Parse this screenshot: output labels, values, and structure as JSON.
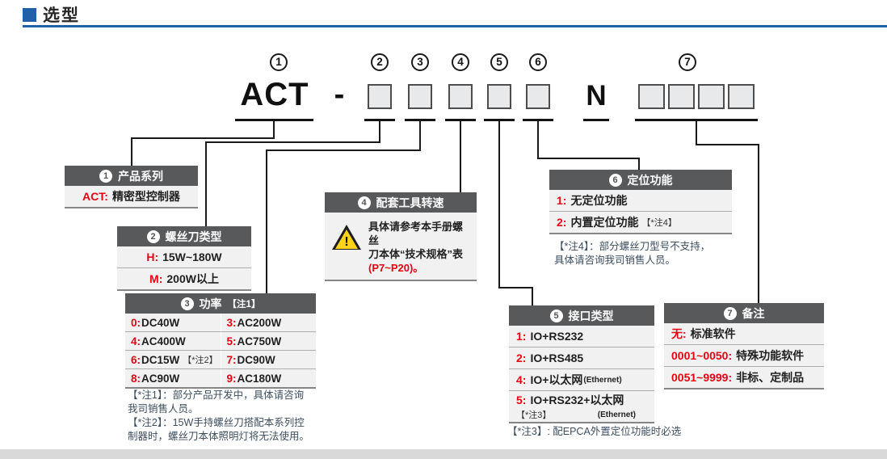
{
  "page": {
    "title": "选型"
  },
  "colors": {
    "accent": "#2160a8",
    "red": "#e60012",
    "header_gray": "#58595b",
    "row_gray": "#f1f1f1"
  },
  "model": {
    "prefix": "ACT",
    "dash": "-",
    "letter_n": "N",
    "marks": [
      "1",
      "2",
      "3",
      "4",
      "5",
      "6",
      "7"
    ]
  },
  "tables": {
    "t1": {
      "num": "1",
      "title": "产品系列",
      "rows": [
        {
          "k": "ACT:",
          "v": "精密型控制器"
        }
      ]
    },
    "t2": {
      "num": "2",
      "title": "螺丝刀类型",
      "rows": [
        {
          "k": "H:",
          "v": "15W~180W"
        },
        {
          "k": "M:",
          "v": "200W以上"
        }
      ]
    },
    "t3": {
      "num": "3",
      "title": "功率",
      "title_note": "【注1】",
      "rows": [
        {
          "lk": "0:",
          "lv": "DC40W",
          "rk": "3:",
          "rv": "AC200W"
        },
        {
          "lk": "4:",
          "lv": "AC400W",
          "rk": "5:",
          "rv": "AC750W"
        },
        {
          "lk": "6:",
          "lv": "DC15W",
          "lnote": "【*注2】",
          "rk": "7:",
          "rv": "DC90W"
        },
        {
          "lk": "8:",
          "lv": "AC90W",
          "rk": "9:",
          "rv": "AC180W"
        }
      ]
    },
    "t4": {
      "num": "4",
      "title": "配套工具转速",
      "line1": "具体请参考本手册螺丝",
      "line2": "刀本体“技术规格”表",
      "line3": "(P7~P20)。"
    },
    "t5": {
      "num": "5",
      "title": "接口类型",
      "rows": [
        {
          "k": "1:",
          "v": "IO+RS232"
        },
        {
          "k": "2:",
          "v": "IO+RS485"
        },
        {
          "k": "4:",
          "v": "IO+以太网",
          "small": "(Ethernet)"
        },
        {
          "k": "5:",
          "v": "IO+RS232+以太网",
          "small": "(Ethernet)",
          "note": "【*注3】"
        }
      ]
    },
    "t6": {
      "num": "6",
      "title": "定位功能",
      "rows": [
        {
          "k": "1:",
          "v": "无定位功能"
        },
        {
          "k": "2:",
          "v": "内置定位功能",
          "note": "【*注4】"
        }
      ]
    },
    "t7": {
      "num": "7",
      "title": "备注",
      "rows": [
        {
          "k": "无:",
          "v": "标准软件"
        },
        {
          "k": "0001~0050:",
          "v": "特殊功能软件"
        },
        {
          "k": "0051~9999:",
          "v": "非标、定制品"
        }
      ]
    }
  },
  "notes": {
    "n1a": "【*注1】：部分产品开发中，具体请咨询",
    "n1b": "我司销售人员。",
    "n2a": "【*注2】：15W手持螺丝刀搭配本系列控",
    "n2b": "制器时，螺丝刀本体照明灯将无法使用。",
    "n3": "【*注3】: 配EPCA外置定位功能时必选",
    "n4a": "【*注4】：部分螺丝刀型号不支持，",
    "n4b": "具体请咨询我司销售人员。"
  },
  "warning": {
    "exclaim": "!"
  }
}
